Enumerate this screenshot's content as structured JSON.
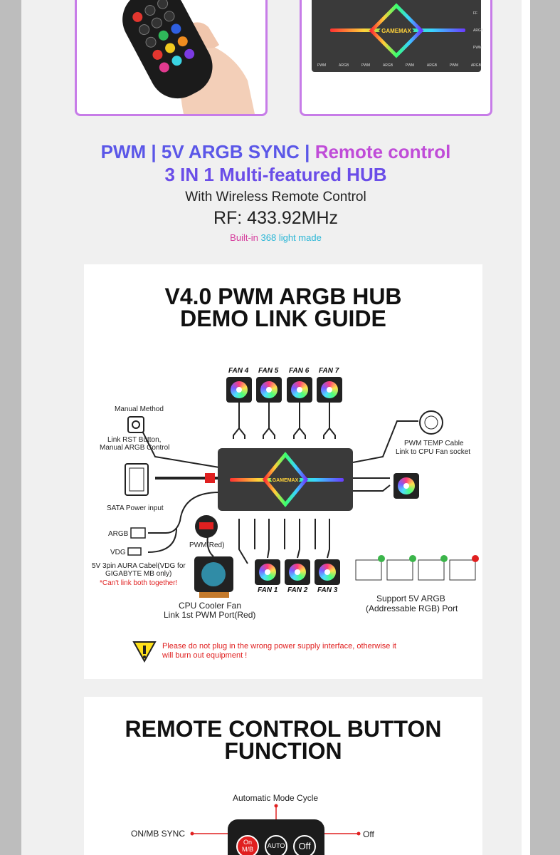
{
  "hub_card": {
    "brand": "GAMEMAX",
    "port_labels": [
      "PWM",
      "ARGB",
      "PWM",
      "ARGB",
      "PWM",
      "ARGB",
      "PWM",
      "ARGB"
    ],
    "side_labels": [
      "FF",
      "ARGB",
      "PWM"
    ]
  },
  "headline": {
    "line1_part1": "PWM | 5V ARGB SYNC |",
    "line1_part2": "Remote control",
    "line2": "3 IN 1 Multi-featured HUB",
    "line3": "With Wireless Remote Control",
    "line4": "RF: 433.92MHz",
    "line5_part1": "Built-in",
    "line5_part2": "368 light made",
    "colors": {
      "blue": "#5b57e8",
      "purple": "#b54ee0",
      "pink": "#e2329a",
      "cyan": "#29b7d8"
    }
  },
  "guide": {
    "title_line1": "V4.0 PWM ARGB HUB",
    "title_line2": "DEMO LINK GUIDE",
    "brand": "GAMEMAX",
    "fans_top": [
      "FAN 4",
      "FAN 5",
      "FAN 6",
      "FAN 7"
    ],
    "fans_bottom": [
      "FAN 1",
      "FAN 2",
      "FAN 3"
    ],
    "manual_method": "Manual Method",
    "link_rst_1": "Link RST Button,",
    "link_rst_2": "Manual ARGB Control",
    "sata": "SATA Power input",
    "argb": "ARGB",
    "vdg": "VDG",
    "aura_1": "5V 3pin AURA Cabel(VDG for",
    "aura_2": "GIGABYTE MB only)",
    "cant_link": "*Can't link both together!",
    "pwm_red": "PWM(Red)",
    "pwm_temp_1": "PWM TEMP Cable",
    "pwm_temp_2": "Link to CPU Fan socket",
    "cpu_cooler_1": "CPU Cooler Fan",
    "cpu_cooler_2": "Link 1st PWM Port(Red)",
    "support_1": "Support 5V ARGB",
    "support_2": "(Addressable RGB) Port",
    "warning_1": "Please do not plug in the wrong power supply interface, otherwise it",
    "warning_2": "will burn out equipment !"
  },
  "remote": {
    "title_line1": "REMOTE CONTROL BUTTON",
    "title_line2": "FUNCTION",
    "auto_cycle": "Automatic Mode Cycle",
    "on_mb_sync": "ON/MB SYNC",
    "off": "Off",
    "btn_on": "On",
    "btn_mb": "M/B",
    "btn_auto": "AUTO",
    "btn_off": "Off"
  }
}
